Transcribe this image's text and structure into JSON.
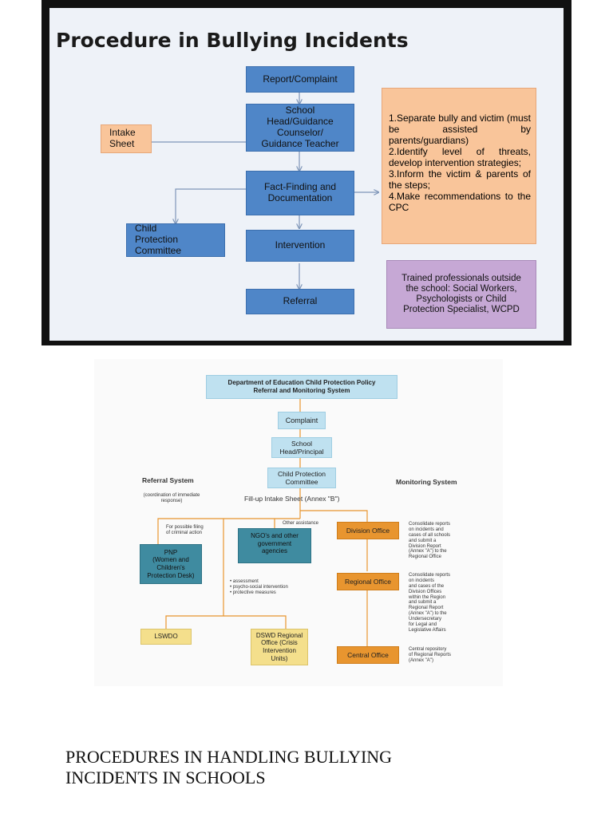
{
  "slide": {
    "title": "Procedure in Bullying Incidents",
    "boxes": {
      "report": "Report/Complaint",
      "school_head": "School\nHead/Guidance\nCounselor/\nGuidance Teacher",
      "intake": "Intake\nSheet",
      "fact_finding": "Fact-Finding and\nDocumentation",
      "cpc": "Child\n      Protection\n      Committee",
      "intervention": "Intervention",
      "referral": "Referral",
      "trained": "Trained professionals outside\nthe school: Social Workers,\nPsychologists or Child\nProtection Specialist, WCPD"
    },
    "steps": [
      "1.Separate bully and victim (must be assisted by parents/guardians)",
      "2.Identify level of threats, develop intervention strategies;",
      "3.Inform the victim & parents of the steps;",
      "4.Make recommendations to the CPC"
    ],
    "colors": {
      "blue": "#4f86c8",
      "peach": "#f9c59a",
      "purple": "#c6a8d5"
    }
  },
  "diagram": {
    "title": "Department of Education Child Protection Policy\nReferral and Monitoring System",
    "complaint": "Complaint",
    "school_head": "School\nHead/Principal",
    "cpc": "Child Protection\nCommittee",
    "intake_sheet": "Fill-up Intake Sheet (Annex \"B\")",
    "referral_system": "Referral System",
    "referral_note": "(coordination of immediate\nresponse)",
    "monitoring_system": "Monitoring System",
    "filing_note": "For possible filing\nof criminal action",
    "other_assistance": "Other assistance",
    "pnp": "PNP\n(Women and\nChildren's\nProtection Desk)",
    "ngo": "NGO's and other\ngovernment\nagencies",
    "services": "• assessment\n• psycho-social intervention\n• protective measures",
    "lswdo": "LSWDO",
    "dswd": "DSWD Regional\nOffice (Crisis\nIntervention\nUnits)",
    "division_office": "Division Office",
    "regional_office": "Regional Office",
    "central_office": "Central Office",
    "division_note": "Consolidate reports\non incidents and\ncases of all schools\nand submit a\nDivision Report\n(Annex \"A\") to the\nRegional Office",
    "regional_note": "Consolidate reports\non incidents\nand cases of the\nDivision Offices\nwithin the Region\nand submit a\nRegional Report\n(Annex \"A\") to the\nUndersecretary\nfor Legal and\nLegislative Affairs",
    "central_note": "Central repository\nof Regional Reports\n(Annex \"A\")",
    "colors": {
      "light_blue": "#bfe1f0",
      "teal": "#3f8ba0",
      "orange": "#e8952f",
      "yellow": "#f4df8c",
      "line": "#e8952f"
    }
  },
  "caption": "PROCEDURES IN HANDLING BULLYING\nINCIDENTS IN SCHOOLS"
}
